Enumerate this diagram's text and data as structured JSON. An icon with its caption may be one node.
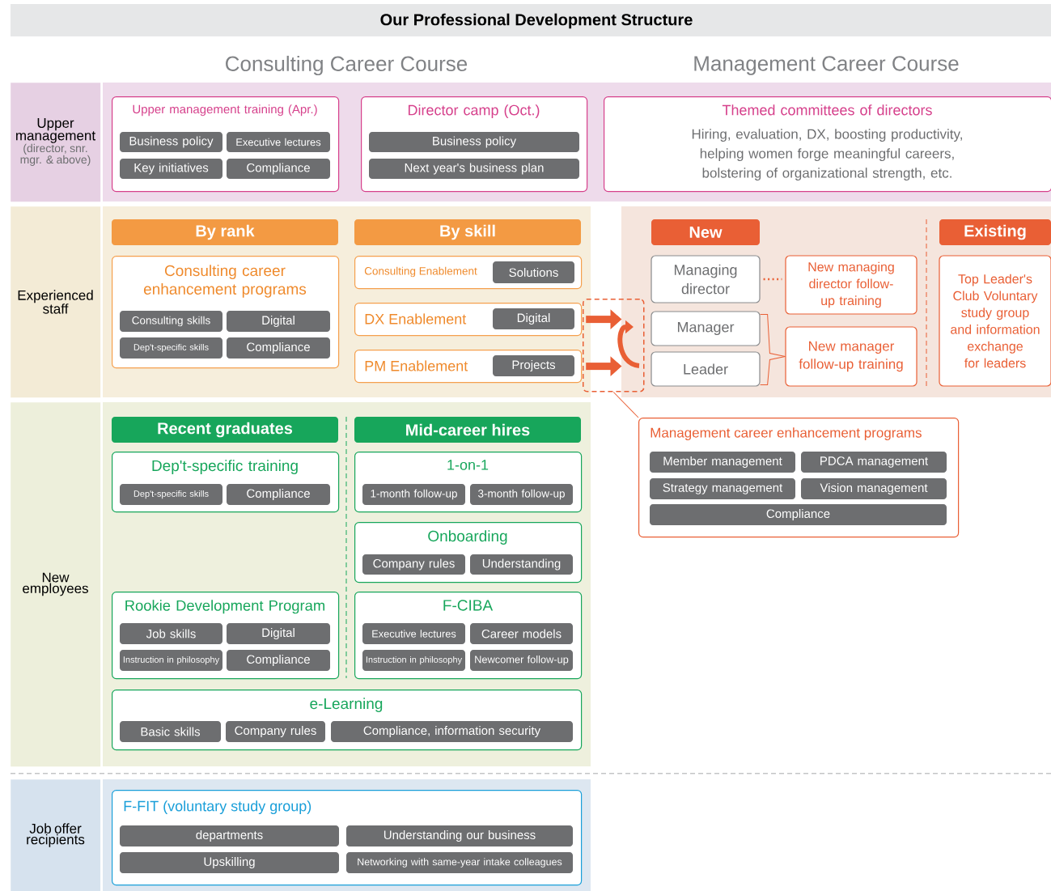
{
  "diagram": {
    "title": "Our Professional Development Structure",
    "nodes": [
      {
        "text": [
          "Upper management",
          "(director, snr. mgr. & above)"
        ]
      },
      {
        "text": [
          "Upper management training (Apr.)"
        ]
      },
      {
        "text": [
          "Business policy"
        ],
        "in": 1
      },
      {
        "text": [
          "Executive lectures"
        ],
        "in": 1
      },
      {
        "text": [
          "Key initiatives"
        ],
        "in": 1
      },
      {
        "text": [
          "Compliance"
        ],
        "in": 1
      },
      {
        "text": [
          "Director camp (Oct.)"
        ]
      },
      {
        "text": [
          "Business policy"
        ],
        "in": 6
      },
      {
        "text": [
          "Next year's business plan"
        ],
        "in": 6
      },
      {
        "text": [
          "Themed committees of directors",
          "Hiring, evaluation, DX, boosting productivity, helping women forge meaningful careers, bolstering of organizational strength, etc."
        ]
      },
      {
        "text": [
          "Experienced staff"
        ]
      },
      {
        "text": [
          "By rank"
        ]
      },
      {
        "text": [
          "Consulting career enhancement programs"
        ]
      },
      {
        "text": [
          "Consulting skills"
        ],
        "in": 12
      },
      {
        "text": [
          "Digital"
        ],
        "in": 12
      },
      {
        "text": [
          "Dep't-specific skills"
        ],
        "in": 12
      },
      {
        "text": [
          "Compliance"
        ],
        "in": 12
      },
      {
        "text": [
          "By skill"
        ]
      },
      {
        "text": [
          "Consulting Enablement"
        ]
      },
      {
        "text": [
          "Solutions"
        ],
        "in": 18
      },
      {
        "text": [
          "DX Enablement"
        ]
      },
      {
        "text": [
          "Digital"
        ],
        "in": 20
      },
      {
        "text": [
          "PM Enablement"
        ]
      },
      {
        "text": [
          "Projects"
        ],
        "in": 22
      },
      {
        "text": [],
        "shape": "box"
      },
      {
        "text": [
          "New"
        ]
      },
      {
        "text": [
          "Managing director"
        ]
      },
      {
        "text": [
          "Manager"
        ]
      },
      {
        "text": [
          "Leader"
        ]
      },
      {
        "text": [
          "New managing director follow-up training"
        ]
      },
      {
        "text": [
          "New manager follow-up training"
        ]
      },
      {
        "text": [
          "Existing"
        ]
      },
      {
        "text": [
          "Top Leader's Club Voluntary study group and information exchange for leaders"
        ]
      },
      {
        "text": [
          "Management career enhancement programs"
        ]
      },
      {
        "text": [
          "Member management"
        ],
        "in": 33
      },
      {
        "text": [
          "PDCA management"
        ],
        "in": 33
      },
      {
        "text": [
          "Strategy management"
        ],
        "in": 33
      },
      {
        "text": [
          "Vision management"
        ],
        "in": 33
      },
      {
        "text": [
          "Compliance"
        ],
        "in": 33
      },
      {
        "text": [
          "New employees"
        ]
      },
      {
        "text": [
          "Recent graduates"
        ]
      },
      {
        "text": [
          "Dep't-specific training"
        ]
      },
      {
        "text": [
          "Dep't-specific skills"
        ],
        "in": 41
      },
      {
        "text": [
          "Compliance"
        ],
        "in": 41
      },
      {
        "text": [
          "Mid-career hires"
        ]
      },
      {
        "text": [
          "1-on-1"
        ]
      },
      {
        "text": [
          "1-month follow-up"
        ],
        "in": 45
      },
      {
        "text": [
          "3-month follow-up"
        ],
        "in": 45
      },
      {
        "text": [
          "Onboarding"
        ]
      },
      {
        "text": [
          "Company rules"
        ],
        "in": 48
      },
      {
        "text": [
          "Understanding"
        ],
        "in": 48
      },
      {
        "text": [
          "Rookie Development Program"
        ]
      },
      {
        "text": [
          "Job skills"
        ],
        "in": 51
      },
      {
        "text": [
          "Digital"
        ],
        "in": 51
      },
      {
        "text": [
          "Instruction in philosophy"
        ],
        "in": 51
      },
      {
        "text": [
          "Compliance"
        ],
        "in": 51
      },
      {
        "text": [
          "F-CIBA"
        ]
      },
      {
        "text": [
          "Executive lectures"
        ],
        "in": 56
      },
      {
        "text": [
          "Career models"
        ],
        "in": 56
      },
      {
        "text": [
          "Instruction in philosophy"
        ],
        "in": 56
      },
      {
        "text": [
          "Newcomer follow-up"
        ],
        "in": 56
      },
      {
        "text": [
          "e-Learning"
        ]
      },
      {
        "text": [
          "Basic skills"
        ],
        "in": 61
      },
      {
        "text": [
          "Company rules"
        ],
        "in": 61
      },
      {
        "text": [
          "Compliance, information security"
        ],
        "in": 61
      },
      {
        "text": [
          "Job offer recipients"
        ]
      },
      {
        "text": [
          "F-FIT (voluntary study group)"
        ]
      },
      {
        "text": [
          "departments"
        ],
        "in": 66
      },
      {
        "text": [
          "Understanding our business"
        ],
        "in": 66
      },
      {
        "text": [
          "Upskilling"
        ],
        "in": 66
      },
      {
        "text": [
          "Networking with same-year intake colleagues"
        ],
        "in": 66
      }
    ],
    "edges": [
      {
        "from": 20,
        "to": 24,
        "arrow": "to",
        "style": "thick"
      },
      {
        "from": 22,
        "to": 24,
        "arrow": "to",
        "style": "thick"
      },
      {
        "from": 26,
        "to": 29,
        "arrow": "none",
        "style": "dashed"
      },
      {
        "from": 24,
        "to": 33,
        "arrow": "none"
      },
      {
        "from": 27,
        "to": 30,
        "arrow": "none"
      },
      {
        "from": 28,
        "to": 30,
        "arrow": "none"
      }
    ],
    "labels": [
      "Consulting Career Course",
      "Management Career Course"
    ]
  }
}
